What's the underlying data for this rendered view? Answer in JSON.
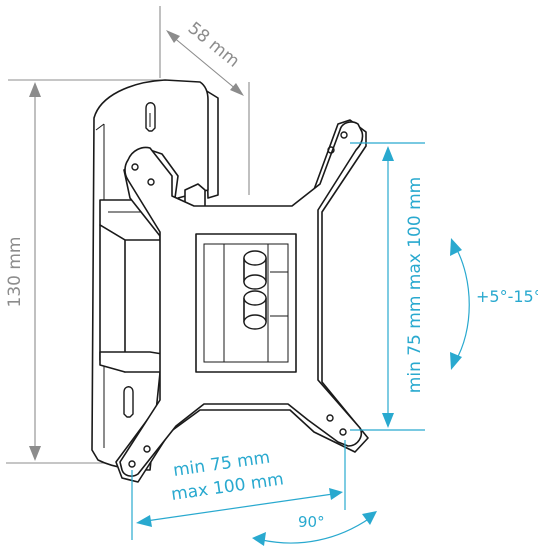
{
  "dimensions": {
    "depth": "58 mm",
    "height": "130 mm",
    "vesa_vertical": "min 75 mm max 100 mm",
    "vesa_horizontal_min": "min 75 mm",
    "vesa_horizontal_max": "max 100 mm",
    "tilt": "+5°-15°",
    "swivel": "90°"
  },
  "colors": {
    "dimension_grey": "#8c8c8c",
    "dimension_blue": "#29a9cf",
    "outline": "#1a1a1a"
  }
}
